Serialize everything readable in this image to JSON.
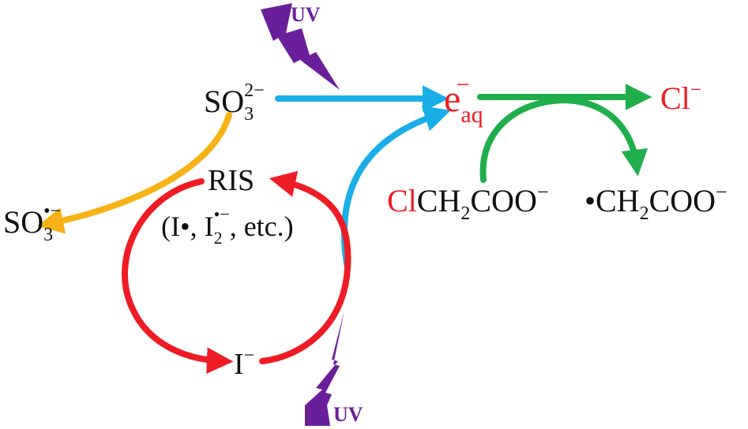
{
  "colors": {
    "text": "#111111",
    "red": "#ee1c24",
    "blue": "#1aaee8",
    "green": "#1fae4b",
    "orange": "#f7b216",
    "purple": "#6a1f9a"
  },
  "uv_top": {
    "label": "UV"
  },
  "uv_bottom": {
    "label": "UV"
  },
  "sulfite": {
    "base": "SO",
    "sub": "3",
    "sup": "2−"
  },
  "sulfite_radical": {
    "base": "SO",
    "sub": "3",
    "sup": "•−"
  },
  "electron": {
    "base": "e",
    "sub": "aq",
    "sup": "−"
  },
  "chloride": {
    "base": "Cl",
    "sup": "−"
  },
  "chloroacetate": {
    "cl": "Cl",
    "ch": "CH",
    "sub": "2",
    "rest": "COO",
    "sup": "−"
  },
  "radical_acetate": {
    "dot": "•CH",
    "sub": "2",
    "rest": "COO",
    "sup": "−"
  },
  "ris": {
    "title": "RIS",
    "open": "(I•, I",
    "sub": "2",
    "sup": "•−",
    "close": ", etc.)"
  },
  "iodide": {
    "base": "I",
    "sup": "−"
  }
}
